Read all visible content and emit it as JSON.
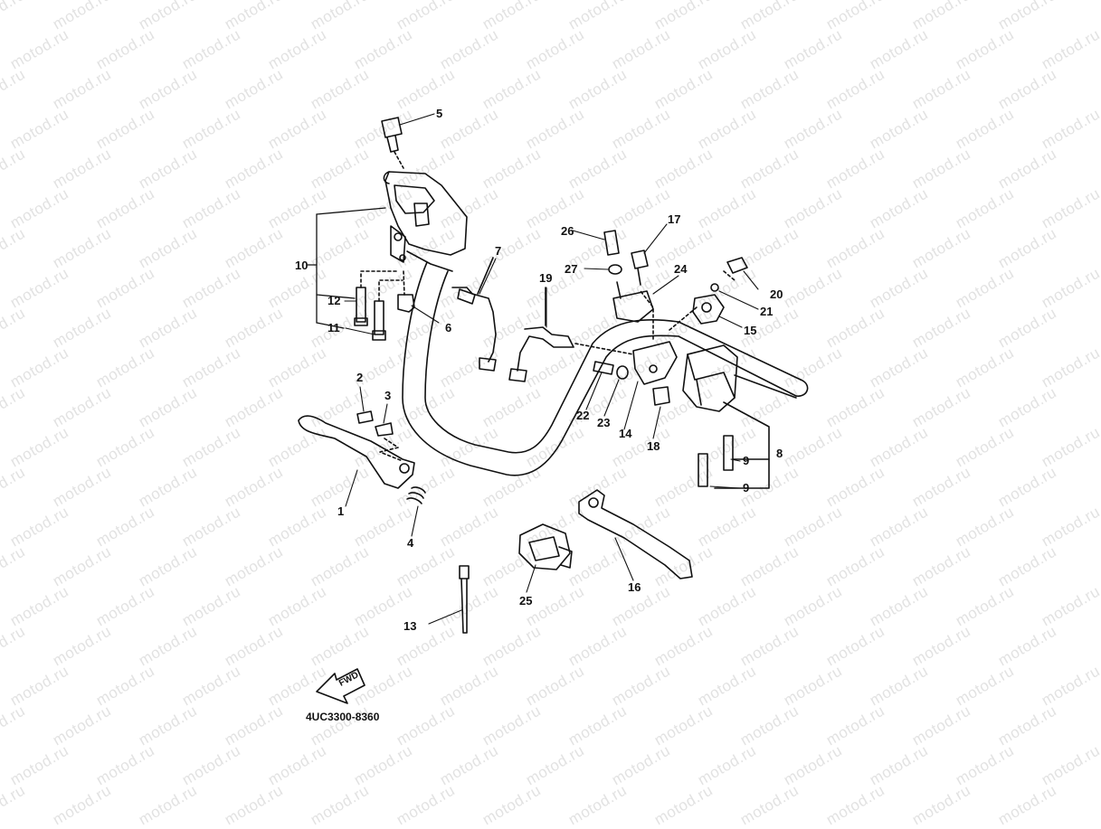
{
  "watermark": "motod.ru",
  "diagram_code": "4UC3300-8360",
  "fwd_text": "FWD",
  "callouts": {
    "c1": "1",
    "c2": "2",
    "c3": "3",
    "c4": "4",
    "c5": "5",
    "c6": "6",
    "c7": "7",
    "c8": "8",
    "c9a": "9",
    "c9b": "9",
    "c10": "10",
    "c11": "11",
    "c12": "12",
    "c13": "13",
    "c14": "14",
    "c15": "15",
    "c16": "16",
    "c17": "17",
    "c18": "18",
    "c19": "19",
    "c20": "20",
    "c21": "21",
    "c22": "22",
    "c23": "23",
    "c24": "24",
    "c25": "25",
    "c26": "26",
    "c27": "27"
  },
  "colors": {
    "line": "#111111",
    "watermark": "#e2e2e2",
    "background": "#ffffff"
  }
}
